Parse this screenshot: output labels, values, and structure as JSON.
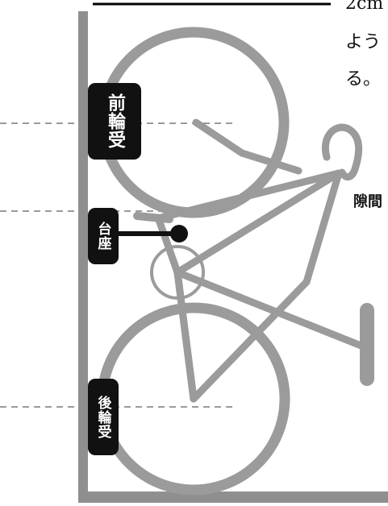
{
  "text_lines": {
    "line1": "2cm",
    "line2": "よう",
    "line3": "る。"
  },
  "labels": {
    "front_wheel": "前輪受",
    "stand": "台座",
    "rear_wheel": "後輪受",
    "gap": "隙間"
  },
  "colors": {
    "bike_gray": "#9b9b9b",
    "wall_gray": "#8f8f8f",
    "label_bg": "#111111",
    "dashed": "#9a9a9a"
  }
}
